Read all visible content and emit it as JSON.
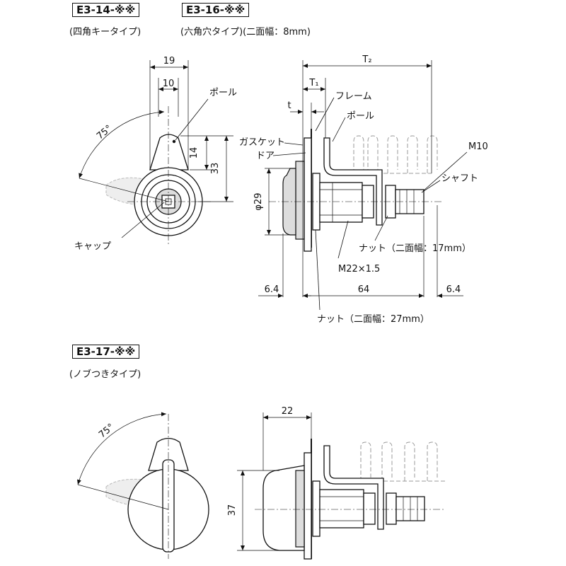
{
  "sections": {
    "e3_14": {
      "code": "E3-14-※※",
      "subtitle": "(四角キータイプ)"
    },
    "e3_16": {
      "code": "E3-16-※※",
      "subtitle": "(六角穴タイプ)(二面幅：8mm)"
    },
    "e3_17": {
      "code": "E3-17-※※",
      "subtitle": "(ノブつきタイプ)"
    }
  },
  "top_left_view": {
    "dims": {
      "width_total": "19",
      "width_inner": "10",
      "height_14": "14",
      "height_33": "33",
      "angle": "75°"
    },
    "labels": {
      "pole": "ポール",
      "cap": "キャップ"
    }
  },
  "top_side_view": {
    "dims": {
      "t2": "T₂",
      "t1": "T₁",
      "t": "t",
      "dia": "φ29",
      "len_64": "64",
      "left_64": "6.4",
      "right_64": "6.4"
    },
    "labels": {
      "frame": "フレーム",
      "pole": "ポール",
      "gasket": "ガスケット",
      "door": "ドア",
      "m10": "M10",
      "shaft": "シャフト",
      "nut17": "ナット（二面幅：17mm）",
      "m22": "M22×1.5",
      "nut27": "ナット（二面幅：27mm）"
    }
  },
  "bottom_front_view": {
    "dims": {
      "angle": "75°"
    }
  },
  "bottom_side_view": {
    "dims": {
      "width_22": "22",
      "height_37": "37"
    }
  },
  "colors": {
    "line": "#111111",
    "shade": "#dddddd",
    "ghost": "#bbbbbb"
  }
}
